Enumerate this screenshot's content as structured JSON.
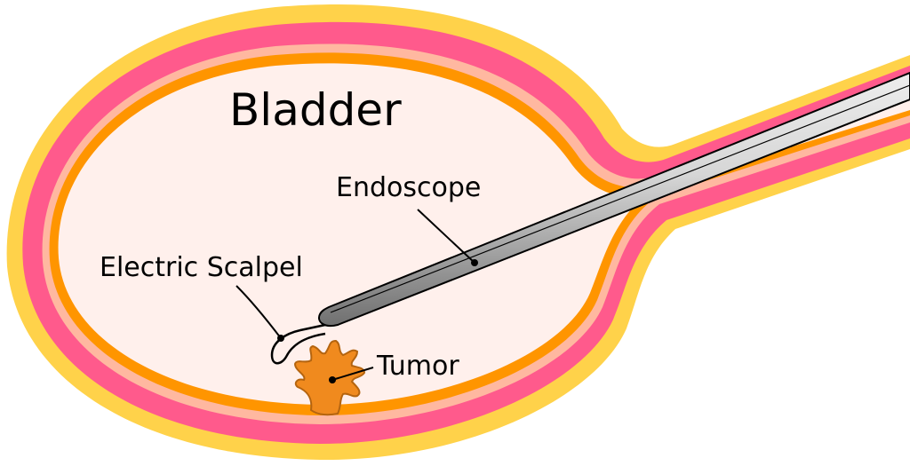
{
  "labels": {
    "title": "Bladder",
    "endoscope": "Endoscope",
    "scalpel": "Electric Scalpel",
    "tumor": "Tumor"
  },
  "colors": {
    "outer_layer": "#FFD24A",
    "muscle_layer": "#FF5A8C",
    "sub_layer": "#FFB8A0",
    "inner_layer": "#FF9500",
    "lumen": "#FFF0EC",
    "tumor": "#F08A1E",
    "tumor_outline": "#B4640F",
    "scope_light": "#F2F2F2",
    "scope_dark": "#6F6F6F",
    "outline": "#000000"
  }
}
